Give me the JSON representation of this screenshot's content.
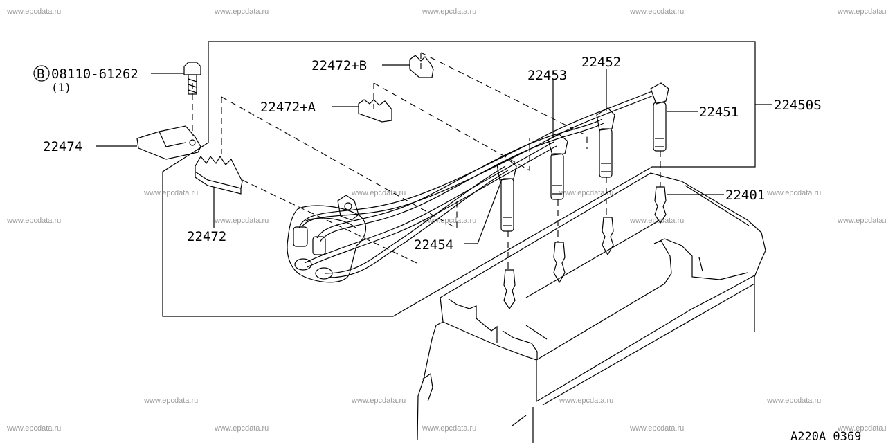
{
  "watermark": "www.epcdata.ru",
  "callouts": {
    "bolt_code": "08110-61262",
    "bolt_prefix": "B",
    "bolt_qty": "(1)",
    "clip_b": "22472+B",
    "clip_a": "22472+A",
    "wire_3": "22453",
    "wire_2": "22452",
    "wire_1": "22451",
    "wire_set": "22450S",
    "bracket": "22474",
    "spark_plug": "22401",
    "clip": "22472",
    "wire_4": "22454"
  },
  "diagram_code": "A220A 0369"
}
